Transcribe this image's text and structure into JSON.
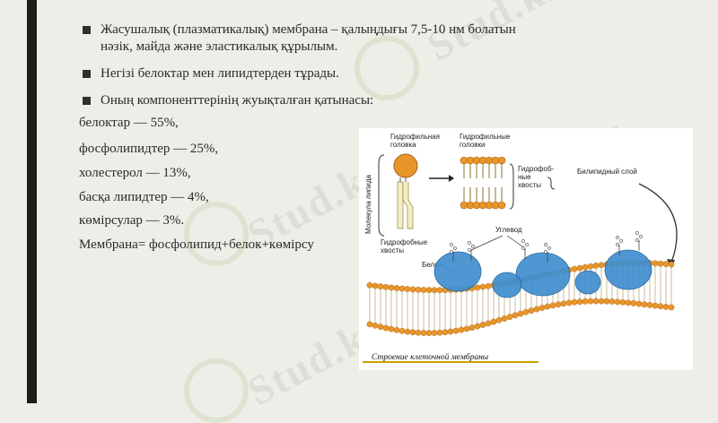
{
  "bullets": [
    "Жасушалық (плазматикалық) мембрана – қалыңдығы 7,5-10 нм болатын нәзік, майда және эластикалық құрылым.",
    "Негізі белоктар мен липидтерден тұрады.",
    "Оның компоненттерінің жуықталған қатынасы:"
  ],
  "composition": [
    "белоктар — 55%,",
    "фосфолипидтер — 25%,",
    "холестерол — 13%,",
    "басқа липидтер — 4%,",
    "көмірсулар — 3%."
  ],
  "formula": "Мембрана= фосфолипид+белок+көмірсу",
  "figure": {
    "label_hydrophilic_head": [
      "Гидрофильная",
      "головка"
    ],
    "label_hydrophilic_heads": [
      "Гидрофильные",
      "головки"
    ],
    "label_hydrophobic_tails_right": [
      "Гидрофоб-",
      "ные",
      "хвосты"
    ],
    "label_bilayer": "Билипидный слой",
    "label_lipid_molecule": "Молекула липида",
    "label_hydrophobic_tails_left": [
      "Гидрофобные",
      "хвосты"
    ],
    "label_carbohydrate": "Углевод",
    "label_protein": "Белок",
    "caption": "Строение клеточной мембраны"
  },
  "watermark_text": "Stud.kz",
  "colors": {
    "background": "#efede8",
    "left_bar": "#1c1c1c",
    "lipid_head": "#e8962a",
    "protein": "#3f8fd0"
  }
}
